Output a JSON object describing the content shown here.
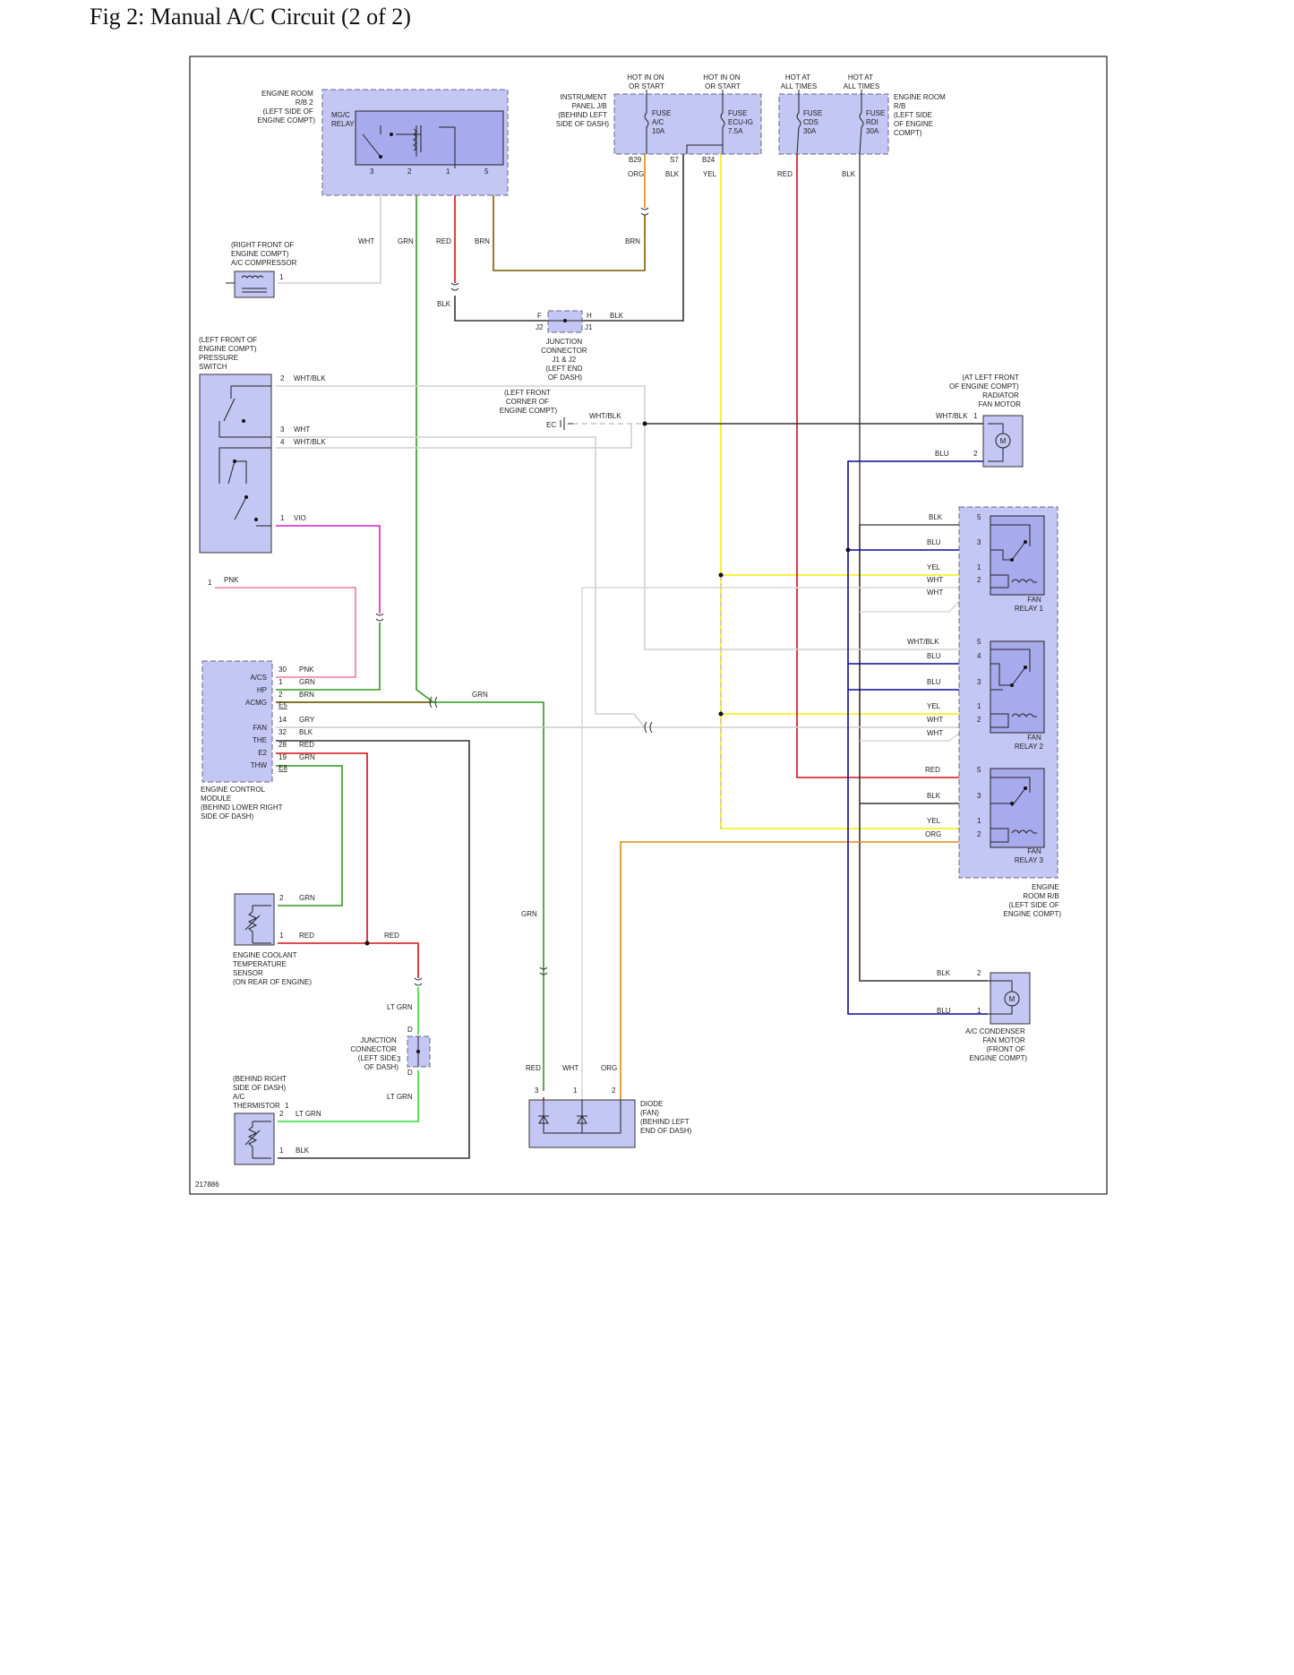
{
  "title": "Fig 2: Manual A/C Circuit (2 of 2)",
  "figure_id": "217886",
  "colors": {
    "WHT": "#d8d8d8",
    "GRN": "#2f9a1a",
    "RED": "#d01010",
    "BRN": "#7a5a00",
    "ORG": "#e08a10",
    "BLK": "#333333",
    "YEL": "#f4f000",
    "VIO": "#d020d0",
    "PNK": "#f07a9c",
    "BLU": "#0a0a9a",
    "GRY": "#c8c8c8",
    "LTGRN": "#33dd33",
    "box_fill": "#c4c6f4"
  },
  "labels": {
    "mgc_box": [
      "ENGINE ROOM",
      "R/B 2",
      "(LEFT SIDE OF",
      "ENGINE COMPT)"
    ],
    "mgc_relay": [
      "MG/C",
      "RELAY"
    ],
    "mgc_pins": [
      "3",
      "2",
      "1",
      "5"
    ],
    "ip_jb": [
      "INSTRUMENT",
      "PANEL J/B",
      "(BEHIND LEFT",
      "SIDE OF DASH)"
    ],
    "hot1": [
      "HOT IN ON",
      "OR START"
    ],
    "hot2": [
      "HOT IN ON",
      "OR START"
    ],
    "hot3": [
      "HOT AT",
      "ALL TIMES"
    ],
    "hot4": [
      "HOT AT",
      "ALL TIMES"
    ],
    "fuse_ac": [
      "FUSE",
      "A/C",
      "10A"
    ],
    "fuse_ecu": [
      "FUSE",
      "ECU-IG",
      "7.5A"
    ],
    "fuse_cds": [
      "FUSE",
      "CDS",
      "30A"
    ],
    "fuse_rdi": [
      "FUSE",
      "RDI",
      "30A"
    ],
    "er_rb": [
      "ENGINE ROOM",
      "R/B",
      "(LEFT SIDE",
      "OF ENGINE",
      "COMPT)"
    ],
    "ip_pins": [
      "B29",
      "S7",
      "B24"
    ],
    "wire_top": [
      "ORG",
      "BLK",
      "YEL",
      "RED",
      "BLK"
    ],
    "wire_mgc": [
      "WHT",
      "GRN",
      "RED",
      "BRN",
      "BRN"
    ],
    "compressor": [
      "(RIGHT FRONT OF",
      "ENGINE COMPT)",
      "A/C COMPRESSOR"
    ],
    "pin_1": "1",
    "blk_label": "BLK",
    "jc_j1j2": [
      "JUNCTION",
      "CONNECTOR",
      "J1 & J2",
      "(LEFT END",
      "OF DASH)"
    ],
    "jc_pins": [
      "F",
      "H",
      "J2",
      "J1"
    ],
    "pressure_switch": [
      "(LEFT FRONT OF",
      "ENGINE COMPT)",
      "PRESSURE",
      "SWITCH"
    ],
    "ps_wires": [
      {
        "pin": "2",
        "color": "WHT/BLK"
      },
      {
        "pin": "3",
        "color": "WHT"
      },
      {
        "pin": "4",
        "color": "WHT/BLK"
      },
      {
        "pin": "1",
        "color": "VIO"
      }
    ],
    "ec_ground": [
      "(LEFT FRONT",
      "CORNER OF",
      "ENGINE COMPT)"
    ],
    "ec": "EC",
    "whtblk": "WHT/BLK",
    "radiator_motor": [
      "(AT LEFT FRONT",
      "OF ENGINE COMPT)",
      "RADIATOR",
      "FAN MOTOR"
    ],
    "motor_m": "M",
    "rad_pins": [
      {
        "pin": "1",
        "color": "WHT/BLK"
      },
      {
        "pin": "2",
        "color": "BLU"
      }
    ],
    "fan_relay_1": [
      "FAN",
      "RELAY 1"
    ],
    "fan_relay_2": [
      "FAN",
      "RELAY 2"
    ],
    "fan_relay_3": [
      "FAN",
      "RELAY 3"
    ],
    "relay1_pins": [
      {
        "pin": "5",
        "color": "BLK"
      },
      {
        "pin": "3",
        "color": "BLU"
      },
      {
        "pin": "1",
        "color": "YEL"
      },
      {
        "pin": "2",
        "color": "WHT"
      },
      {
        "pin": "",
        "color": "WHT"
      }
    ],
    "relay2_pins": [
      {
        "pin": "5",
        "color": "WHT/BLK"
      },
      {
        "pin": "4",
        "color": "BLU"
      },
      {
        "pin": "3",
        "color": "BLU"
      },
      {
        "pin": "1",
        "color": "YEL"
      },
      {
        "pin": "2",
        "color": "WHT"
      },
      {
        "pin": "",
        "color": "WHT"
      }
    ],
    "relay3_pins": [
      {
        "pin": "5",
        "color": "RED"
      },
      {
        "pin": "3",
        "color": "BLK"
      },
      {
        "pin": "1",
        "color": "YEL"
      },
      {
        "pin": "2",
        "color": "ORG"
      }
    ],
    "er_rb_right": [
      "ENGINE",
      "ROOM R/B",
      "(LEFT SIDE OF",
      "ENGINE COMPT)"
    ],
    "pnk_left": {
      "pin": "1",
      "color": "PNK"
    },
    "ecm_terms": [
      "A/CS",
      "HP",
      "ACMG",
      "FAN",
      "THE",
      "E2",
      "THW"
    ],
    "ecm_pins": [
      {
        "pin": "30",
        "color": "PNK"
      },
      {
        "pin": "1",
        "color": "GRN"
      },
      {
        "pin": "2",
        "color": "BRN"
      },
      {
        "pin": "14",
        "color": "GRY"
      },
      {
        "pin": "32",
        "color": "BLK"
      },
      {
        "pin": "28",
        "color": "RED"
      },
      {
        "pin": "19",
        "color": "GRN"
      }
    ],
    "ecm_conn": [
      "E5",
      "E8"
    ],
    "ecm_name": [
      "ENGINE CONTROL",
      "MODULE",
      "(BEHIND LOWER RIGHT",
      "SIDE OF DASH)"
    ],
    "grn": "GRN",
    "ect": [
      "ENGINE COOLANT",
      "TEMPERATURE",
      "SENSOR",
      "(ON REAR OF ENGINE)"
    ],
    "ect_pins": [
      {
        "pin": "2",
        "color": "GRN"
      },
      {
        "pin": "1",
        "color": "RED"
      }
    ],
    "red": "RED",
    "ltgrn": "LT GRN",
    "jc_d": [
      "JUNCTION",
      "CONNECTOR",
      "(LEFT SIDE",
      "OF DASH)"
    ],
    "jc_d_pins": [
      "D",
      "3",
      "D"
    ],
    "thermistor": [
      "(BEHIND RIGHT",
      "SIDE OF DASH)",
      "A/C",
      "THERMISTOR"
    ],
    "therm_pins": [
      {
        "pin": "2",
        "color": "LT GRN"
      },
      {
        "pin": "1",
        "color": "BLK"
      }
    ],
    "therm_pin_extra": "1",
    "diode": [
      "DIODE",
      "(FAN)",
      "(BEHIND LEFT",
      "END OF DASH)"
    ],
    "diode_wires": [
      {
        "pin": "3",
        "color": "RED"
      },
      {
        "pin": "1",
        "color": "WHT"
      },
      {
        "pin": "2",
        "color": "ORG"
      }
    ],
    "condenser_pins": [
      {
        "pin": "2",
        "color": "BLK"
      },
      {
        "pin": "1",
        "color": "BLU"
      }
    ],
    "condenser_motor": [
      "A/C CONDENSER",
      "FAN MOTOR",
      "(FRONT OF",
      "ENGINE COMPT)"
    ]
  }
}
